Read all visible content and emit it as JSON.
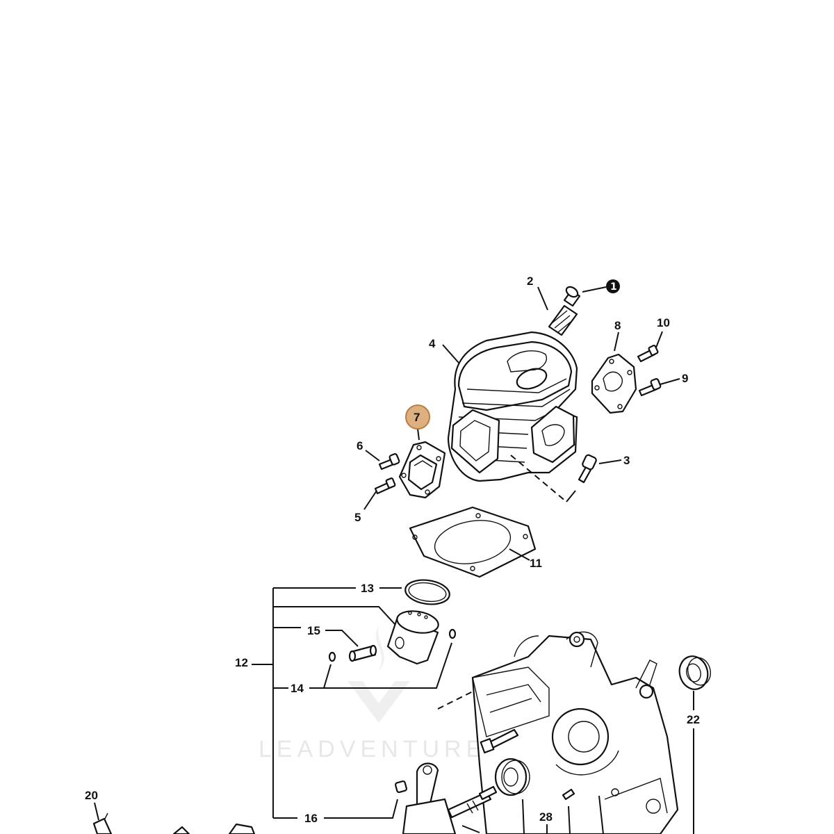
{
  "callouts": {
    "c1": "1",
    "c2": "2",
    "c3": "3",
    "c4": "4",
    "c5": "5",
    "c6": "6",
    "c7": "7",
    "c8": "8",
    "c9": "9",
    "c10": "10",
    "c11": "11",
    "c12": "12",
    "c13": "13",
    "c14": "14",
    "c15": "15",
    "c16": "16",
    "c20": "20",
    "c22": "22",
    "c28": "28"
  },
  "highlighted_callout": "7",
  "watermark": "LEADVENTURE",
  "colors": {
    "highlight_fill": "#ddb17f",
    "highlight_stroke": "#c07a3a",
    "line": "#111111"
  }
}
